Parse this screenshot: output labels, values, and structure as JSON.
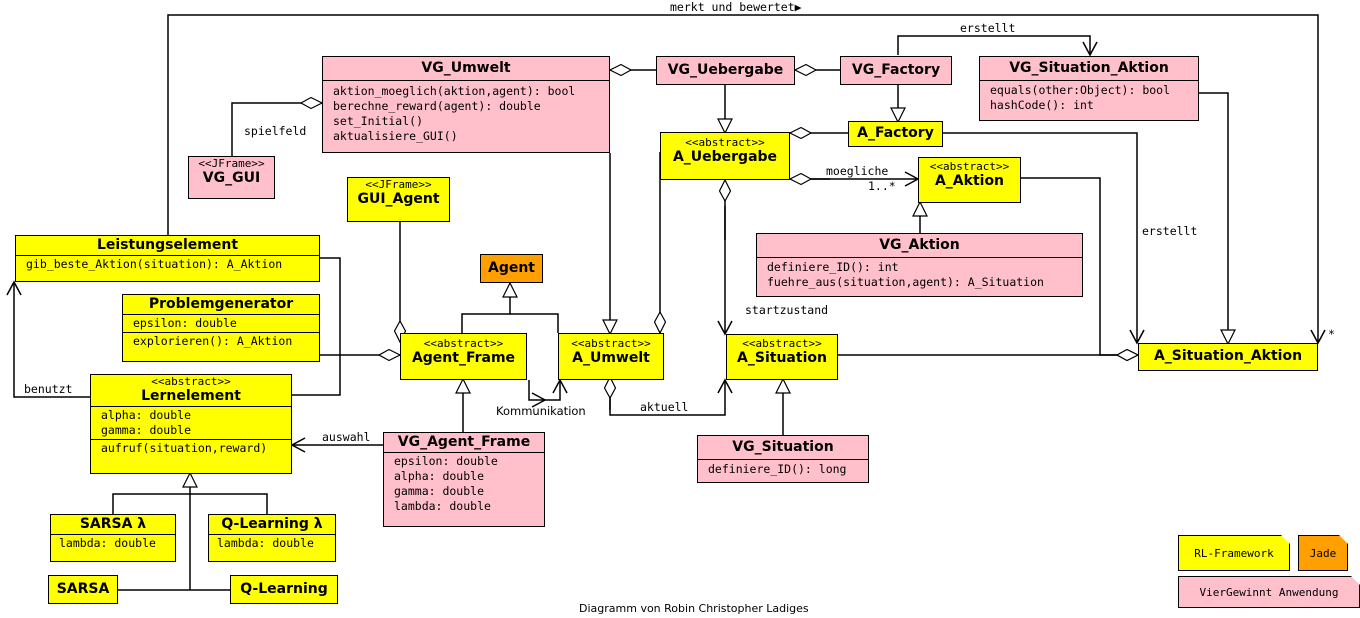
{
  "classes": {
    "leistungselement": {
      "name": "Leistungselement",
      "methods": [
        "gib_beste_Aktion(situation): A_Aktion"
      ]
    },
    "problemgenerator": {
      "name": "Problemgenerator",
      "attributes": [
        "epsilon: double"
      ],
      "methods": [
        "explorieren(): A_Aktion"
      ]
    },
    "lernelement": {
      "stereotype": "<<abstract>>",
      "name": "Lernelement",
      "attributes": [
        "alpha: double",
        "gamma: double"
      ],
      "methods": [
        "aufruf(situation,reward)"
      ]
    },
    "sarsa_lambda": {
      "name": "SARSA λ",
      "attributes": [
        "lambda: double"
      ]
    },
    "qlearning_lambda": {
      "name": "Q-Learning λ",
      "attributes": [
        "lambda: double"
      ]
    },
    "sarsa": {
      "name": "SARSA"
    },
    "qlearning": {
      "name": "Q-Learning"
    },
    "vg_gui": {
      "stereotype": "<<JFrame>>",
      "name": "VG_GUI"
    },
    "gui_agent": {
      "stereotype": "<<JFrame>>",
      "name": "GUI_Agent"
    },
    "agent": {
      "name": "Agent"
    },
    "agent_frame": {
      "stereotype": "<<abstract>>",
      "name": "Agent_Frame"
    },
    "a_umwelt": {
      "stereotype": "<<abstract>>",
      "name": "A_Umwelt"
    },
    "vg_agent_frame": {
      "name": "VG_Agent_Frame",
      "attributes": [
        "epsilon: double",
        "alpha: double",
        "gamma: double",
        "lambda: double"
      ]
    },
    "vg_umwelt": {
      "name": "VG_Umwelt",
      "methods": [
        "aktion_moeglich(aktion,agent): bool",
        "berechne_reward(agent): double",
        "set_Initial()",
        "aktualisiere_GUI()"
      ]
    },
    "vg_uebergabe": {
      "name": "VG_Uebergabe"
    },
    "vg_factory": {
      "name": "VG_Factory"
    },
    "vg_situation_aktion": {
      "name": "VG_Situation_Aktion",
      "methods": [
        "equals(other:Object): bool",
        "hashCode(): int"
      ]
    },
    "a_uebergabe": {
      "stereotype": "<<abstract>>",
      "name": "A_Uebergabe"
    },
    "a_factory": {
      "name": "A_Factory"
    },
    "a_aktion": {
      "stereotype": "<<abstract>>",
      "name": "A_Aktion"
    },
    "vg_aktion": {
      "name": "VG_Aktion",
      "methods": [
        "definiere_ID(): int",
        "fuehre_aus(situation,agent): A_Situation"
      ]
    },
    "a_situation": {
      "stereotype": "<<abstract>>",
      "name": "A_Situation"
    },
    "vg_situation": {
      "name": "VG_Situation",
      "methods": [
        "definiere_ID(): long"
      ]
    },
    "a_situation_aktion": {
      "name": "A_Situation_Aktion"
    }
  },
  "labels": {
    "merkt": "merkt und bewertet▶",
    "erstellt_top": "erstellt",
    "erstellt_right": "erstellt",
    "spielfeld": "spielfeld",
    "moegliche": "moegliche",
    "multiplicity": "1..*",
    "startzustand": "startzustand",
    "aktuell": "aktuell",
    "kommunikation": "Kommunikation",
    "auswahl": "auswahl",
    "benutzt": "benutzt",
    "star": "*"
  },
  "legend": {
    "rl_framework": "RL-Framework",
    "jade": "Jade",
    "viergewinnt": "VierGewinnt Anwendung"
  },
  "credit": "Diagramm  von Robin Christopher Ladiges",
  "colors": {
    "framework": "#ffff00",
    "application": "#ffc0cb",
    "jade": "#ffa000"
  }
}
